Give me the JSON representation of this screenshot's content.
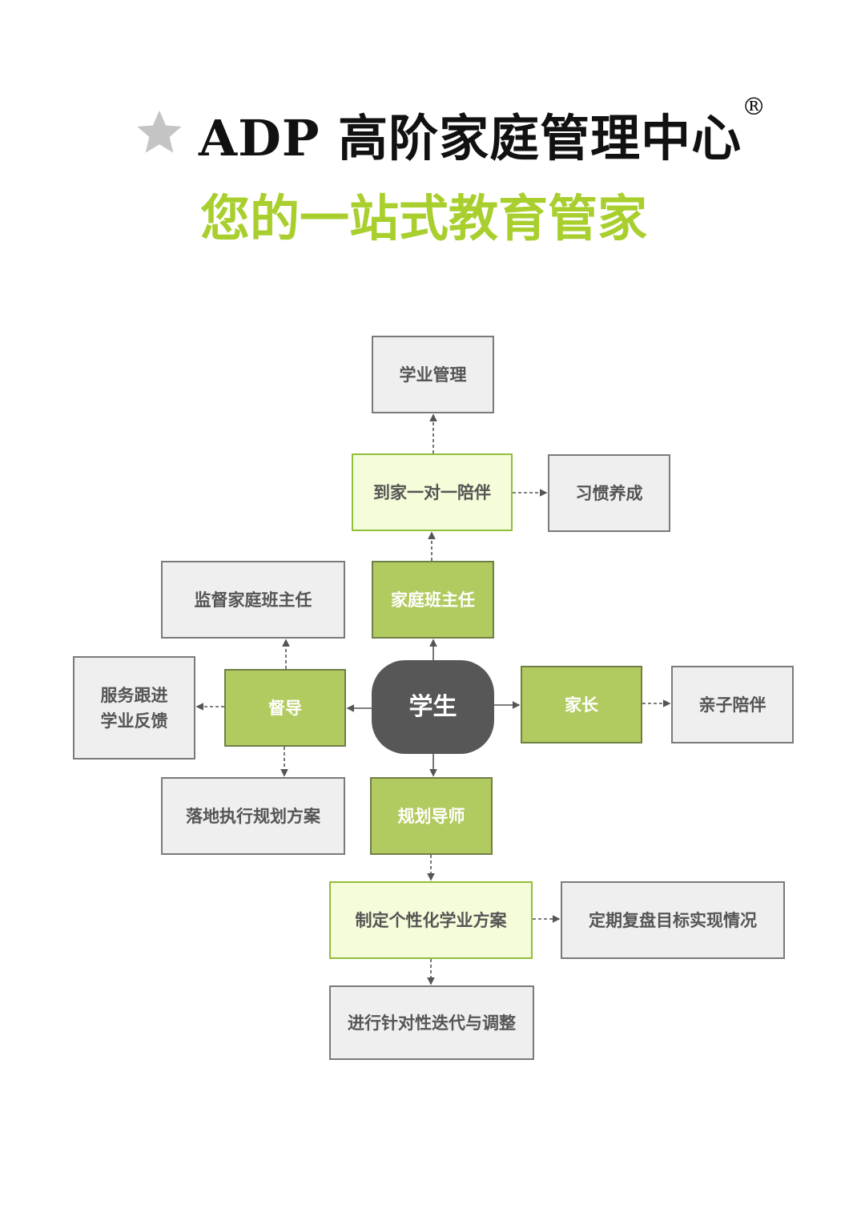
{
  "header": {
    "title": "ADP 高阶家庭管理中心",
    "registered_mark": "®",
    "subtitle": "您的一站式教育管家"
  },
  "colors": {
    "accent_green": "#b2cb60",
    "light_green": "#f4fcd9",
    "dark": "#575757",
    "gray": "#efefef",
    "subtitle": "#a8cf2e"
  },
  "nodes": {
    "academic": "学业管理",
    "home_tutoring": "到家一对一陪伴",
    "habits": "习惯养成",
    "supervise_teacher": "监督家庭班主任",
    "home_teacher": "家庭班主任",
    "feedback_line1": "服务跟进",
    "feedback_line2": "学业反馈",
    "supervisor": "督导",
    "student": "学生",
    "parent": "家长",
    "parent_child": "亲子陪伴",
    "execute_plan": "落地执行规划方案",
    "planner": "规划导师",
    "custom_plan": "制定个性化学业方案",
    "review": "定期复盘目标实现情况",
    "iterate": "进行针对性迭代与调整"
  }
}
